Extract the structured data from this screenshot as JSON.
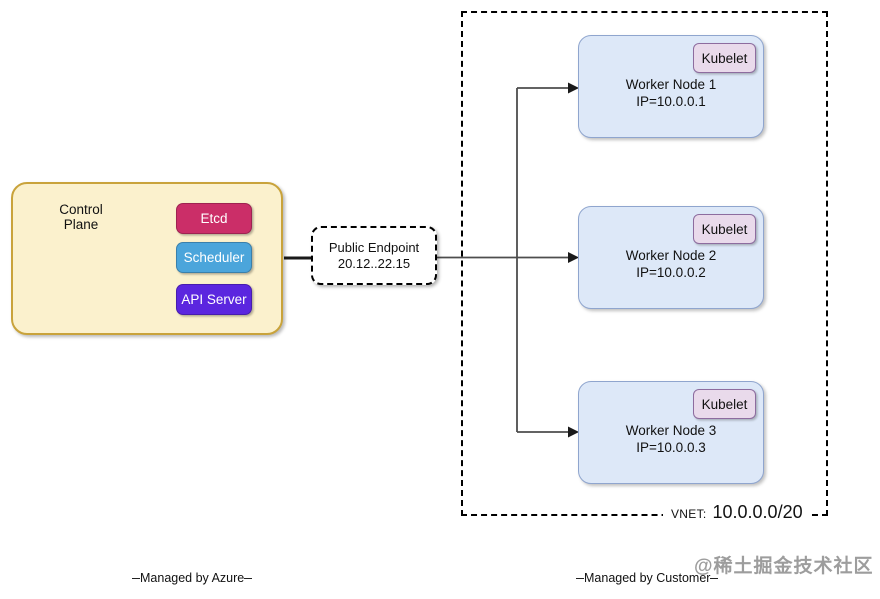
{
  "diagram": {
    "control_plane": {
      "title_lines": [
        "Control",
        "Plane"
      ],
      "components": [
        {
          "label": "Etcd"
        },
        {
          "label": "Scheduler"
        },
        {
          "label": "API Server"
        }
      ]
    },
    "public_endpoint": {
      "title": "Public Endpoint",
      "ip": "20.12..22.15"
    },
    "vnet": {
      "prefix": "VNET:",
      "cidr": "10.0.0.0/20"
    },
    "worker_nodes": [
      {
        "title": "Worker Node 1",
        "ip": "IP=10.0.0.1",
        "badge": "Kubelet"
      },
      {
        "title": "Worker Node 2",
        "ip": "IP=10.0.0.2",
        "badge": "Kubelet"
      },
      {
        "title": "Worker Node 3",
        "ip": "IP=10.0.0.3",
        "badge": "Kubelet"
      }
    ],
    "annotations": {
      "managed_by_azure": "Managed by Azure",
      "managed_by_customer": "Managed by Customer"
    },
    "watermark": "@稀土掘金技术社区",
    "colors": {
      "etcd_fill": "#CB2E68",
      "scheduler_fill": "#4BA5DB",
      "api_server_fill": "#5B26DF",
      "control_plane_fill": "#FBF1CD",
      "control_plane_border": "#C9A33B",
      "worker_node_fill": "#DDE8F8",
      "worker_node_border": "#8FA5CE",
      "kubelet_fill": "#E9DAEB",
      "kubelet_border": "#8D6C9F",
      "connector": "#4d4d4d"
    }
  }
}
